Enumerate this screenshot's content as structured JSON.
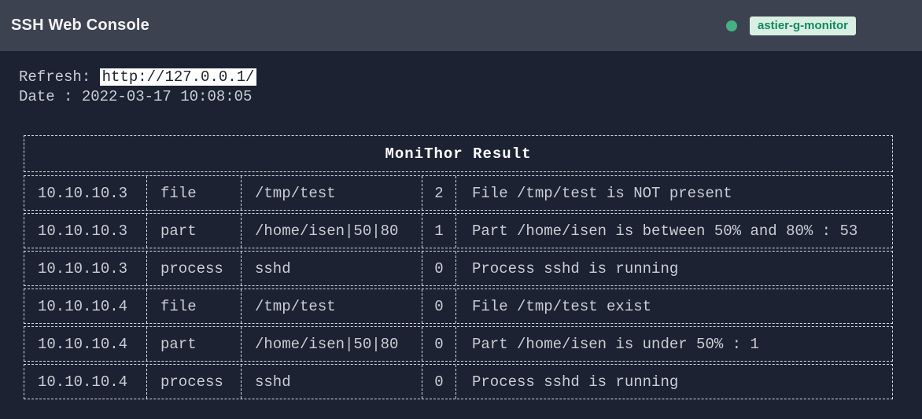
{
  "header": {
    "title": "SSH Web Console",
    "status_icon": "online-dot",
    "badge_label": "astier-g-monitor"
  },
  "info": {
    "refresh_label": "Refresh: ",
    "refresh_url": "http://127.0.0.1/",
    "date_line": "Date : 2022-03-17 10:08:05"
  },
  "table": {
    "title": "MoniThor Result",
    "rows": [
      {
        "ip": "10.10.10.3",
        "check": "file",
        "target": "/tmp/test",
        "code": "2",
        "message": "File /tmp/test is NOT present"
      },
      {
        "ip": "10.10.10.3",
        "check": "part",
        "target": "/home/isen|50|80",
        "code": "1",
        "message": "Part /home/isen is between 50% and 80% : 53"
      },
      {
        "ip": "10.10.10.3",
        "check": "process",
        "target": "sshd",
        "code": "0",
        "message": "Process sshd is running"
      },
      {
        "ip": "10.10.10.4",
        "check": "file",
        "target": "/tmp/test",
        "code": "0",
        "message": "File /tmp/test exist"
      },
      {
        "ip": "10.10.10.4",
        "check": "part",
        "target": "/home/isen|50|80",
        "code": "0",
        "message": "Part /home/isen is under 50% : 1"
      },
      {
        "ip": "10.10.10.4",
        "check": "process",
        "target": "sshd",
        "code": "0",
        "message": "Process sshd is running"
      }
    ]
  },
  "colors": {
    "navbar_bg": "#3d4250",
    "page_bg": "#1c2231",
    "status_green": "#44b183",
    "badge_bg": "#d9efe3",
    "badge_fg": "#0e8a5c",
    "table_border": "#d4dae0",
    "text": "#c9ced5"
  }
}
